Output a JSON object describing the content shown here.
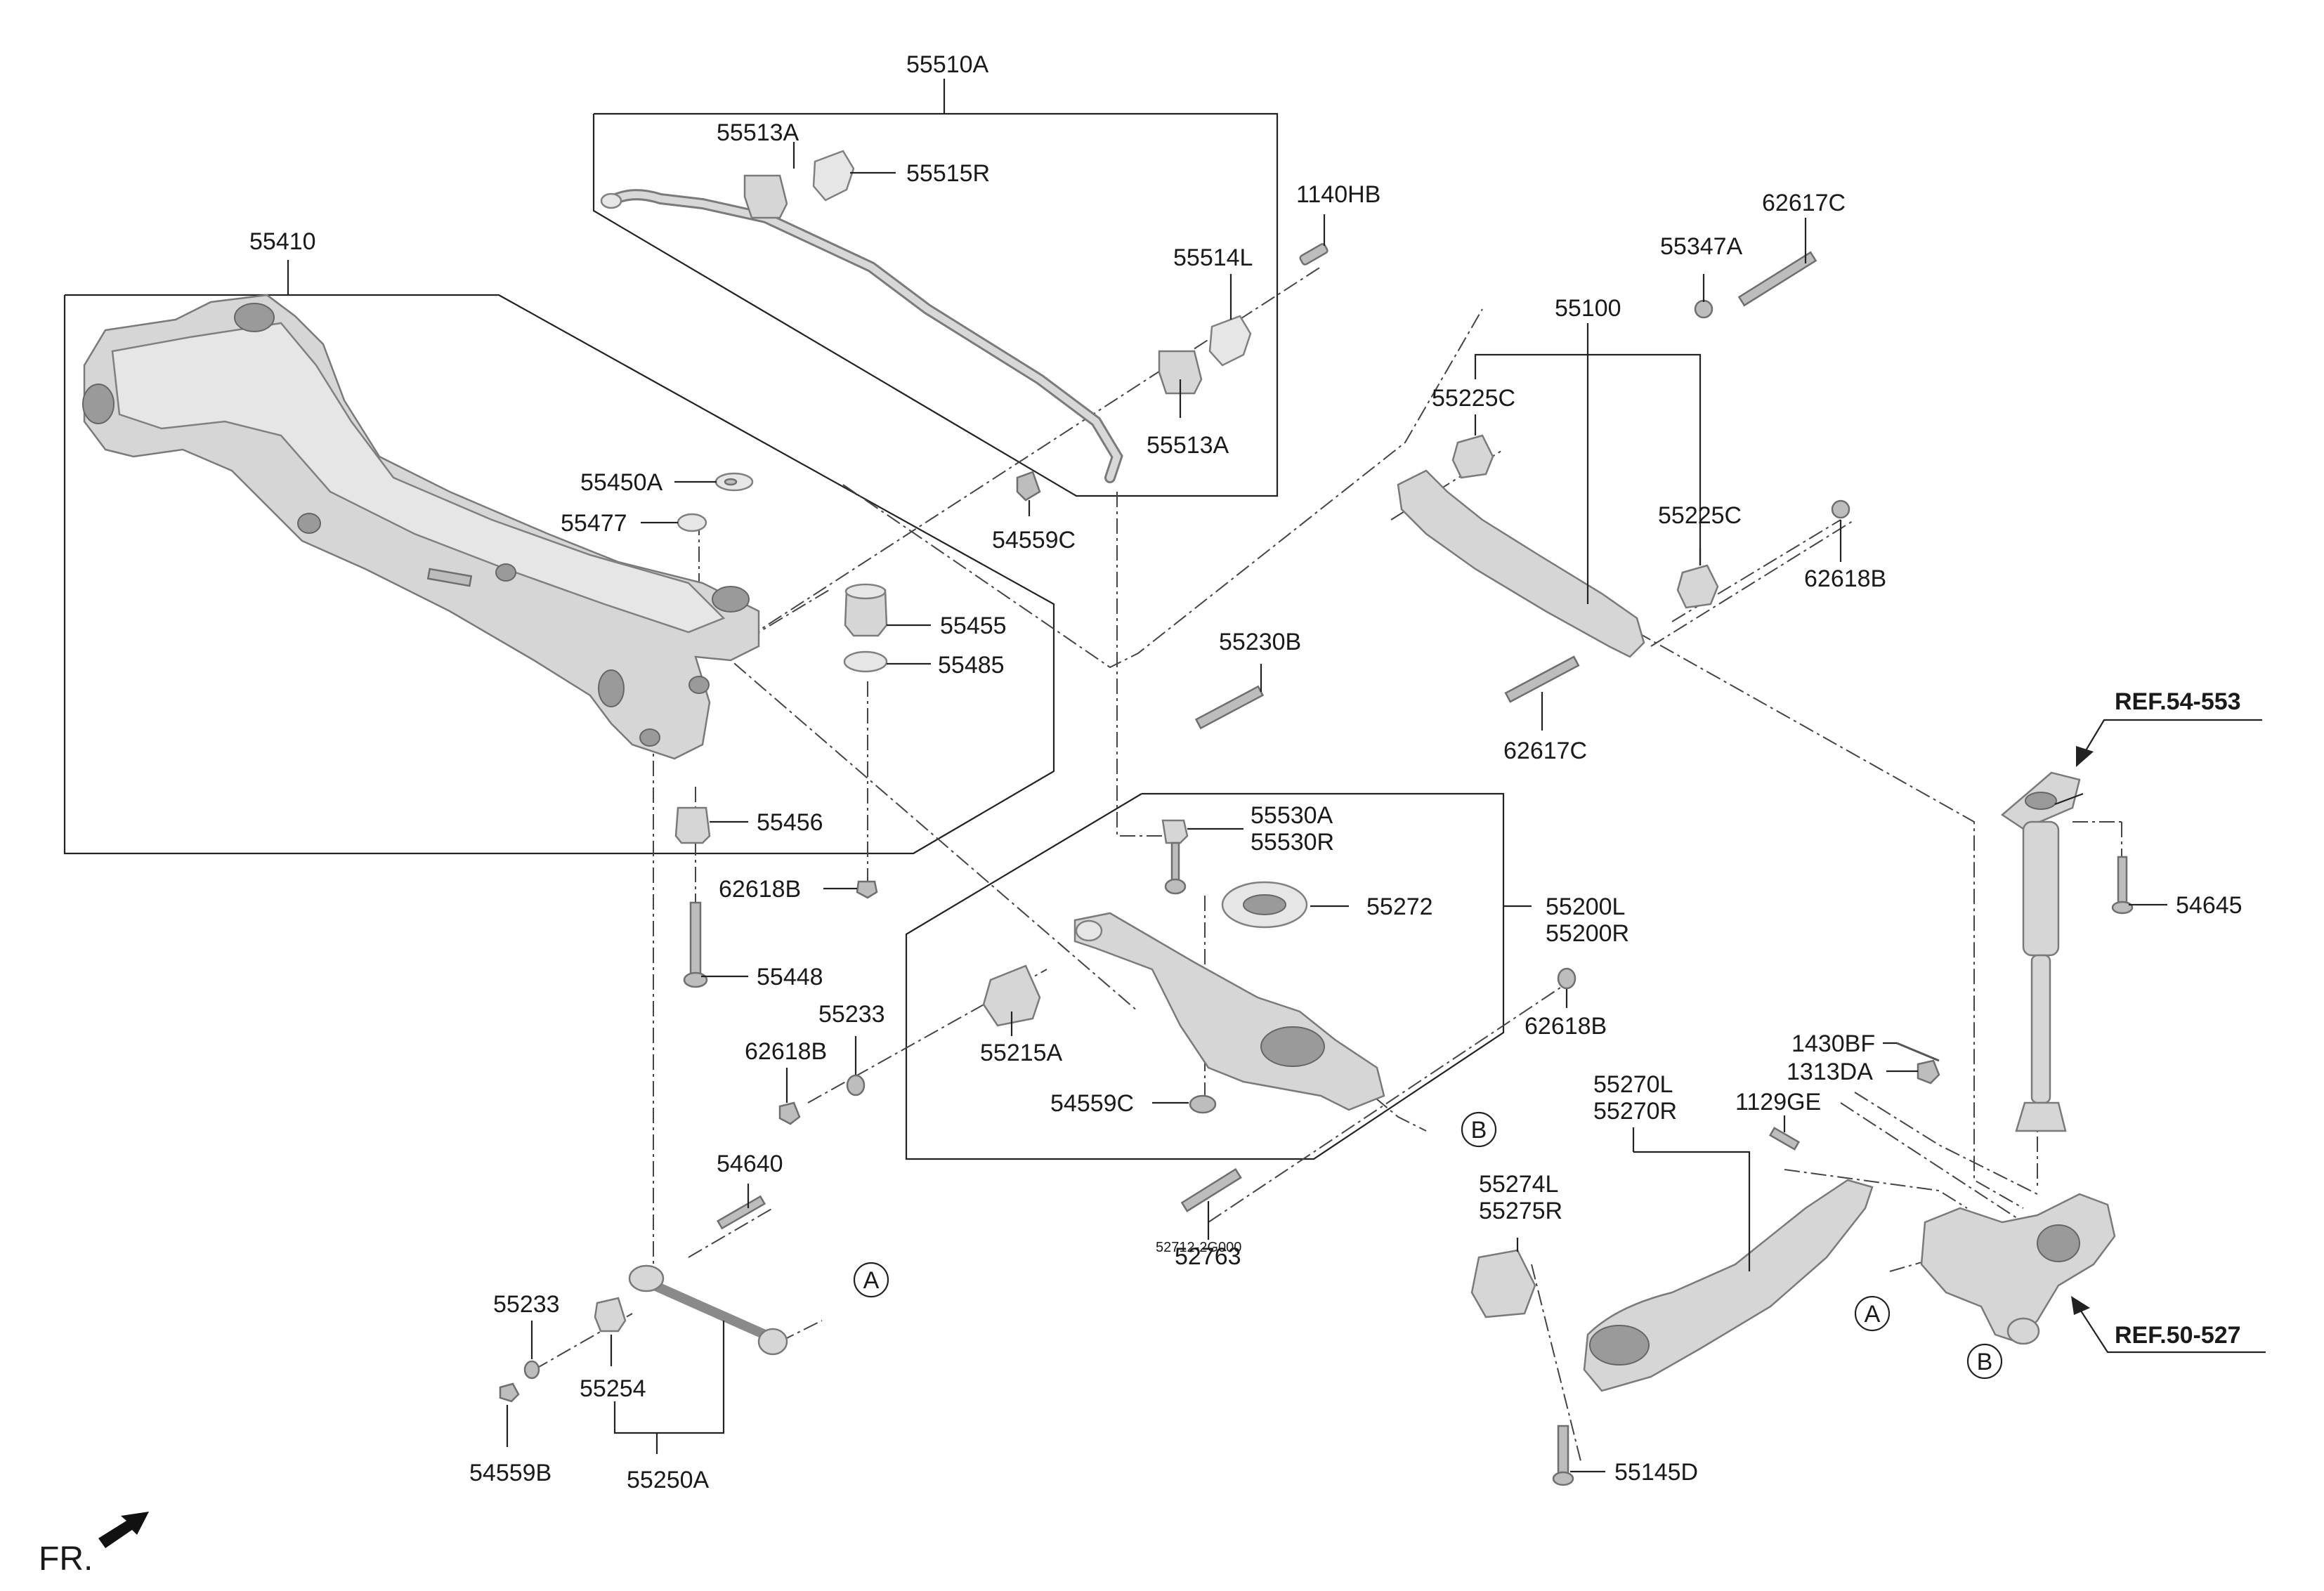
{
  "callouts": {
    "p55510A": "55510A",
    "p55513A_top": "55513A",
    "p55515R": "55515R",
    "p1140HB": "1140HB",
    "p55514L": "55514L",
    "p55513A_bot": "55513A",
    "p54559C_top": "54559C",
    "p55410": "55410",
    "p55450A": "55450A",
    "p55477": "55477",
    "p55455": "55455",
    "p55485": "55485",
    "p55456": "55456",
    "p62618B_left": "62618B",
    "p55448": "55448",
    "p55233_mid": "55233",
    "p62618B_mid": "62618B",
    "p54640": "54640",
    "p55233_low": "55233",
    "p55254": "55254",
    "p54559B": "54559B",
    "p55250A": "55250A",
    "p55230B": "55230B",
    "p55530A": "55530A",
    "p55530R": "55530R",
    "p55272": "55272",
    "p55200L": "55200L",
    "p55200R": "55200R",
    "p55215A": "55215A",
    "p54559C_mid": "54559C",
    "p62618B_right": "62618B",
    "p52763": "52763",
    "p52763_overprint": "52712-2G000",
    "p55347A": "55347A",
    "p62617C_top": "62617C",
    "p55100": "55100",
    "p55225C_top": "55225C",
    "p55225C_right": "55225C",
    "p62618B_top": "62618B",
    "p62617C_bot": "62617C",
    "p1430BF": "1430BF",
    "p1313DA": "1313DA",
    "p1129GE": "1129GE",
    "p55270L": "55270L",
    "p55270R": "55270R",
    "p55274L": "55274L",
    "p55275R": "55275R",
    "p55145D": "55145D",
    "p54645": "54645"
  },
  "refs": {
    "ref_strut": "REF.54-553",
    "ref_knuckle": "REF.50-527"
  },
  "markers": {
    "a": "A",
    "b": "B"
  },
  "orientation": {
    "front": "FR."
  },
  "icons": {
    "front_arrow": "front-direction-arrow-icon"
  }
}
